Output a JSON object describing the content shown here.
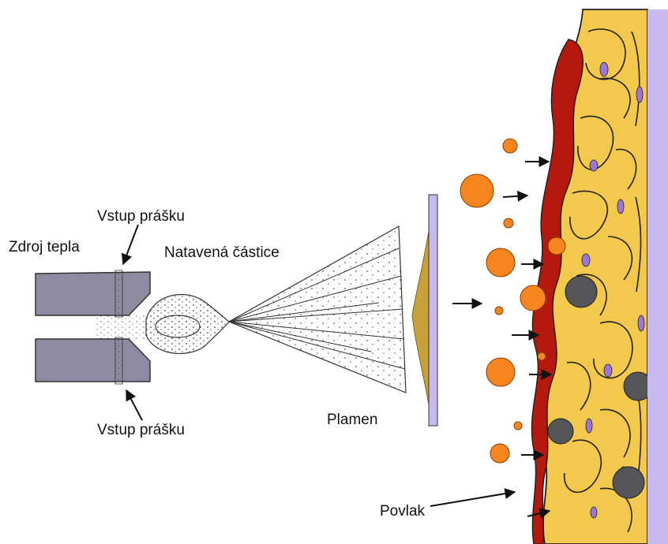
{
  "labels": {
    "heat_source": "Zdroj tepla",
    "powder_inlet_top": "Vstup prášku",
    "powder_inlet_bottom": "Vstup prášku",
    "molten_particle": "Natavená částice",
    "flame": "Plamen",
    "coating": "Povlak"
  },
  "colors": {
    "torch": "#8e8aa1",
    "substrate": "#c8b9ef",
    "splat_yellow": "#f2c94c",
    "splat_red": "#b5180d",
    "particle_orange": "#f7851f",
    "unmelted_grey": "#555558",
    "pore_purple": "#9b78d8"
  }
}
